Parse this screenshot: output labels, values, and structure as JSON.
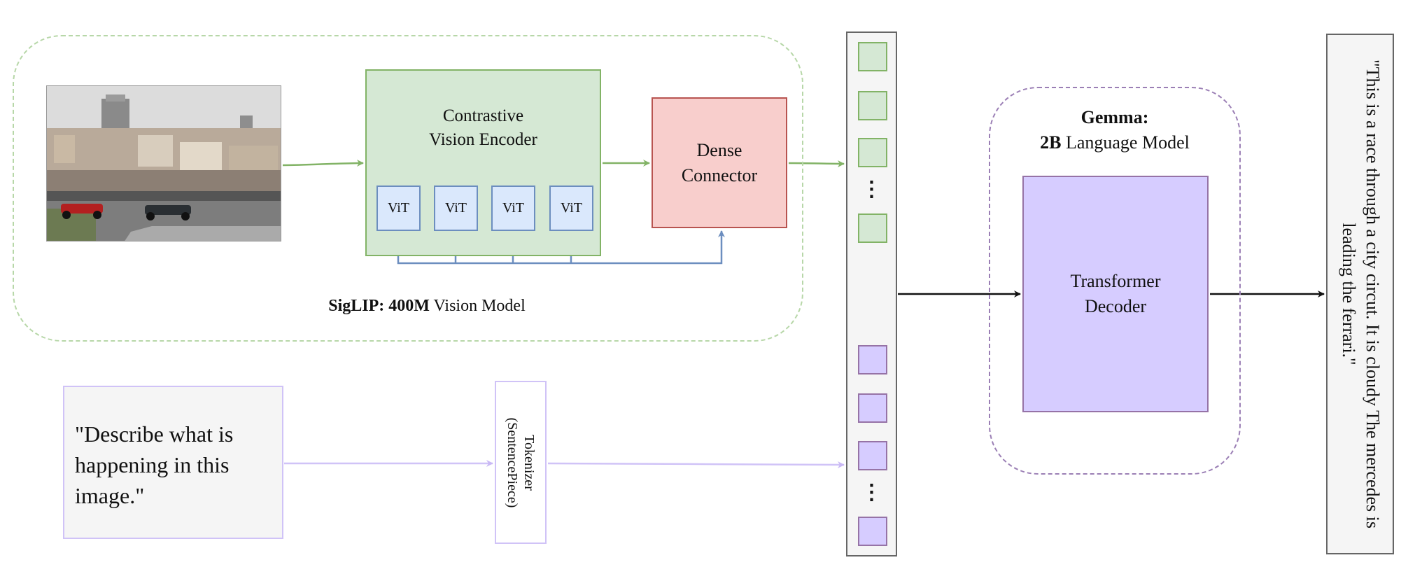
{
  "siglip_region": {
    "label_bold": "SigLIP: 400M",
    "label_rest": " Vision Model"
  },
  "photo": {
    "subject": "race-photo"
  },
  "encoder": {
    "title_line1": "Contrastive",
    "title_line2": "Vision Encoder",
    "vit_blocks": [
      "ViT",
      "ViT",
      "ViT",
      "ViT"
    ]
  },
  "connector": {
    "line1": "Dense",
    "line2": "Connector"
  },
  "prompt": {
    "text": "\"Describe what is happening in this image.\""
  },
  "tokenizer": {
    "line1": "Tokenizer",
    "line2": "(SentencePiece)"
  },
  "sequence": {
    "dots": "⋮"
  },
  "gemma": {
    "label_line1_bold": "Gemma:",
    "label_line2_bold": "2B",
    "label_line2_rest": " Language Model"
  },
  "decoder": {
    "line1": "Transformer",
    "line2": "Decoder"
  },
  "output": {
    "text": "\"This is a race through a city circut. It is cloudy The mercedes is leading the ferrari.\""
  },
  "colors": {
    "green_stroke": "#82b366",
    "green_fill": "#d5e8d4",
    "blue_stroke": "#6c8ebf",
    "blue_fill": "#dae8fc",
    "red_stroke": "#b85450",
    "red_fill": "#f8cecc",
    "purple_stroke": "#9673a6",
    "purple_fill": "#d6ccff",
    "lavender_stroke": "#d0c3f7",
    "grey_fill": "#f5f5f5"
  }
}
